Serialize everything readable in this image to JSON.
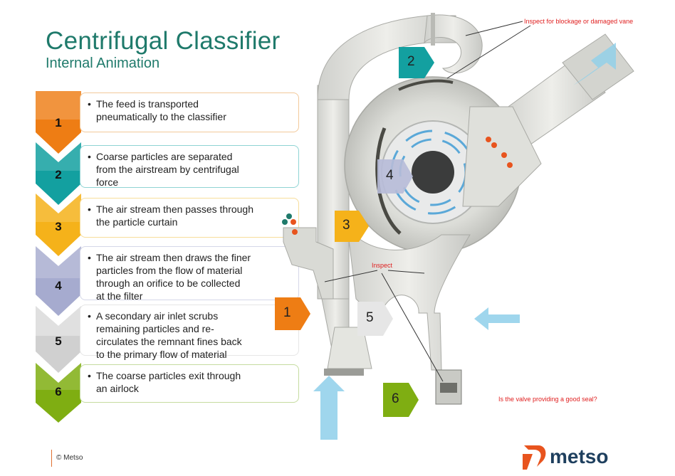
{
  "title": "Centrifugal Classifier",
  "subtitle": "Internal Animation",
  "steps": [
    {
      "num": "1",
      "color": "#ee7d14",
      "border": "#f2c99a",
      "lines": [
        "The feed is transported",
        "pneumatically to the classifier"
      ]
    },
    {
      "num": "2",
      "color": "#13a0a0",
      "border": "#8fd4d4",
      "lines": [
        "Coarse particles are separated",
        "from the airstream by centrifugal",
        "force"
      ]
    },
    {
      "num": "3",
      "color": "#f5b21a",
      "border": "#f7dd9a",
      "lines": [
        "The air stream then passes through",
        "the particle curtain"
      ]
    },
    {
      "num": "4",
      "color": "#a6abcf",
      "border": "#d5d7e8",
      "lines": [
        "The air stream then draws the finer",
        "particles from the flow of material",
        "through an orifice to be collected",
        "at the filter"
      ]
    },
    {
      "num": "5",
      "color": "#d0d0d0",
      "border": "#e6e6e6",
      "lines": [
        "A secondary air inlet scrubs",
        "remaining particles and re-",
        "circulates the remnant fines back",
        "to the primary flow of material"
      ]
    },
    {
      "num": "6",
      "color": "#7fae12",
      "border": "#c5dca0",
      "lines": [
        "The coarse particles exit through",
        "an airlock"
      ]
    }
  ],
  "bullet": "•",
  "diagram_badges": [
    {
      "num": "1",
      "color": "#ee7d14"
    },
    {
      "num": "2",
      "color": "#13a0a0"
    },
    {
      "num": "3",
      "color": "#f5b21a"
    },
    {
      "num": "4",
      "color": "#b7bbd8"
    },
    {
      "num": "5",
      "color": "#e6e6e6"
    },
    {
      "num": "6",
      "color": "#7fae12"
    }
  ],
  "callouts": {
    "blockage": "Inspect for blockage or damaged vane",
    "inspect": "Inspect",
    "valve": "Is the valve providing a good seal?"
  },
  "footer": {
    "copyright": "© Metso",
    "logo_text": "metso"
  },
  "colors": {
    "accent": "#1f7a6b",
    "callout": "#e02020",
    "air_arrow": "#8fd0ea",
    "body": "#e7e8e4",
    "logo_orange": "#e8541e",
    "logo_blue": "#1e3f5e"
  }
}
